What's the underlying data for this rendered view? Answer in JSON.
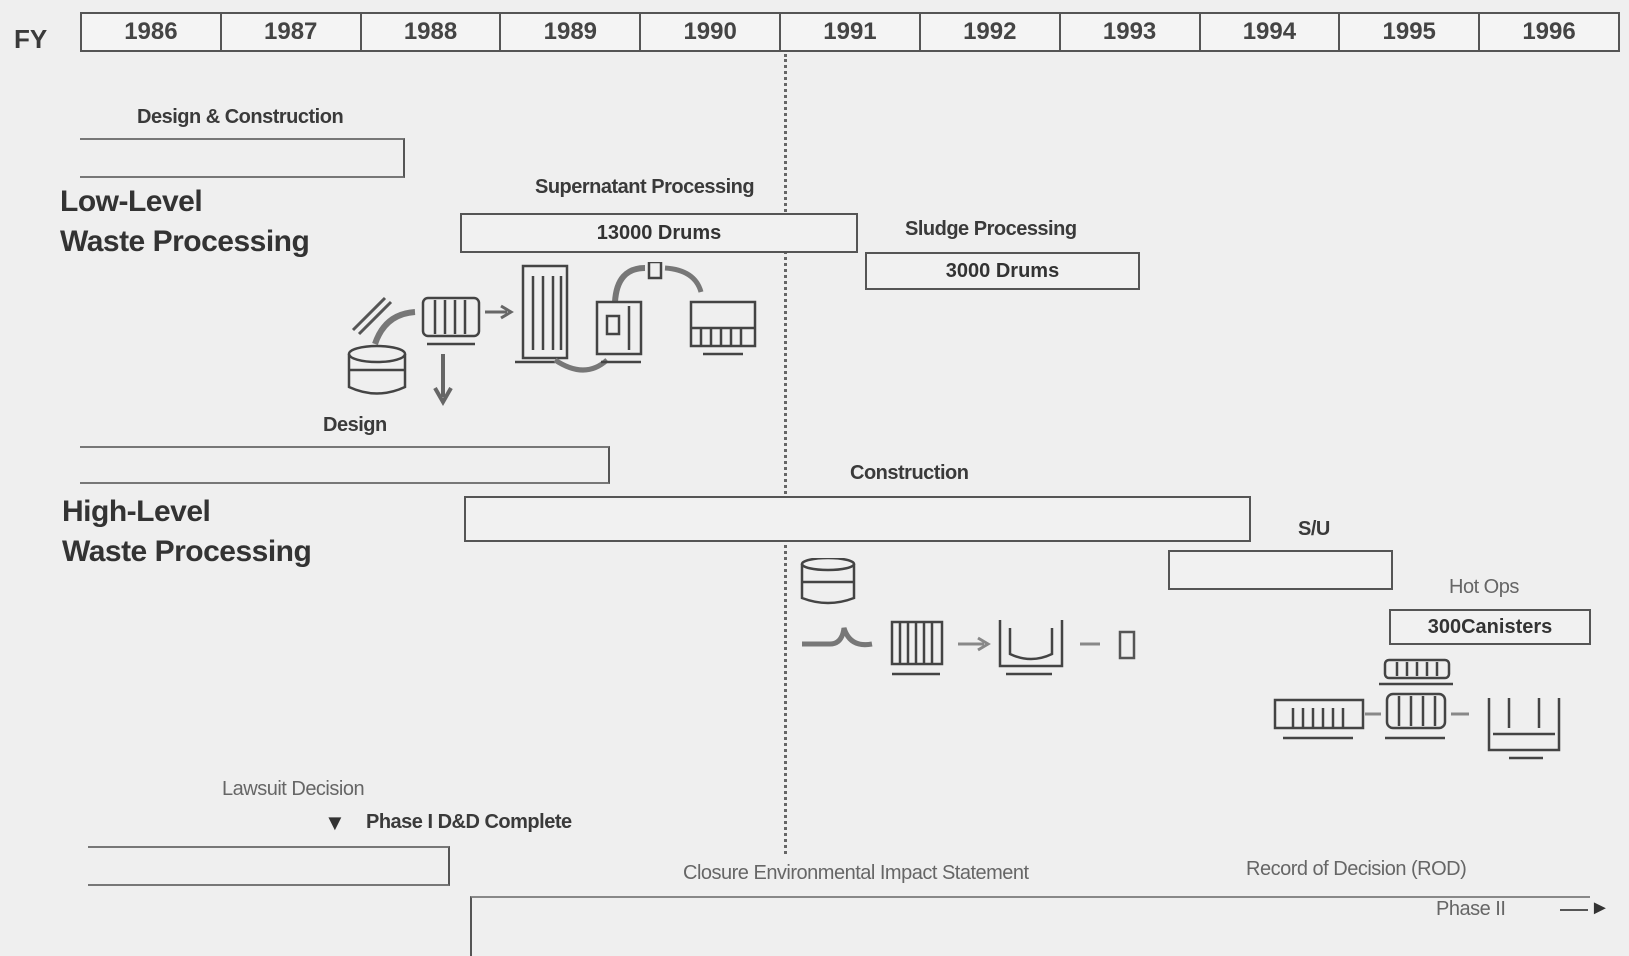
{
  "timeline": {
    "fy_label": "FY",
    "years": [
      "1986",
      "1987",
      "1988",
      "1989",
      "1990",
      "1991",
      "1992",
      "1993",
      "1994",
      "1995",
      "1996"
    ]
  },
  "low_level": {
    "title_line1": "Low-Level",
    "title_line2": "Waste Processing",
    "design_construction_label": "Design & Construction",
    "supernatant_label": "Supernatant Processing",
    "supernatant_bar": "13000 Drums",
    "sludge_label": "Sludge Processing",
    "sludge_bar": "3000 Drums"
  },
  "high_level": {
    "title_line1": "High-Level",
    "title_line2": "Waste Processing",
    "design_label": "Design",
    "construction_label": "Construction",
    "su_label": "S/U",
    "hot_ops_label": "Hot Ops",
    "hot_ops_bar": "300Canisters"
  },
  "closure": {
    "lawsuit_label": "Lawsuit Decision",
    "phase1_label": "Phase I D&D Complete",
    "eis_label": "Closure Environmental Impact Statement",
    "rod_label": "Record of Decision (ROD)",
    "phase2_label": "Phase II"
  }
}
